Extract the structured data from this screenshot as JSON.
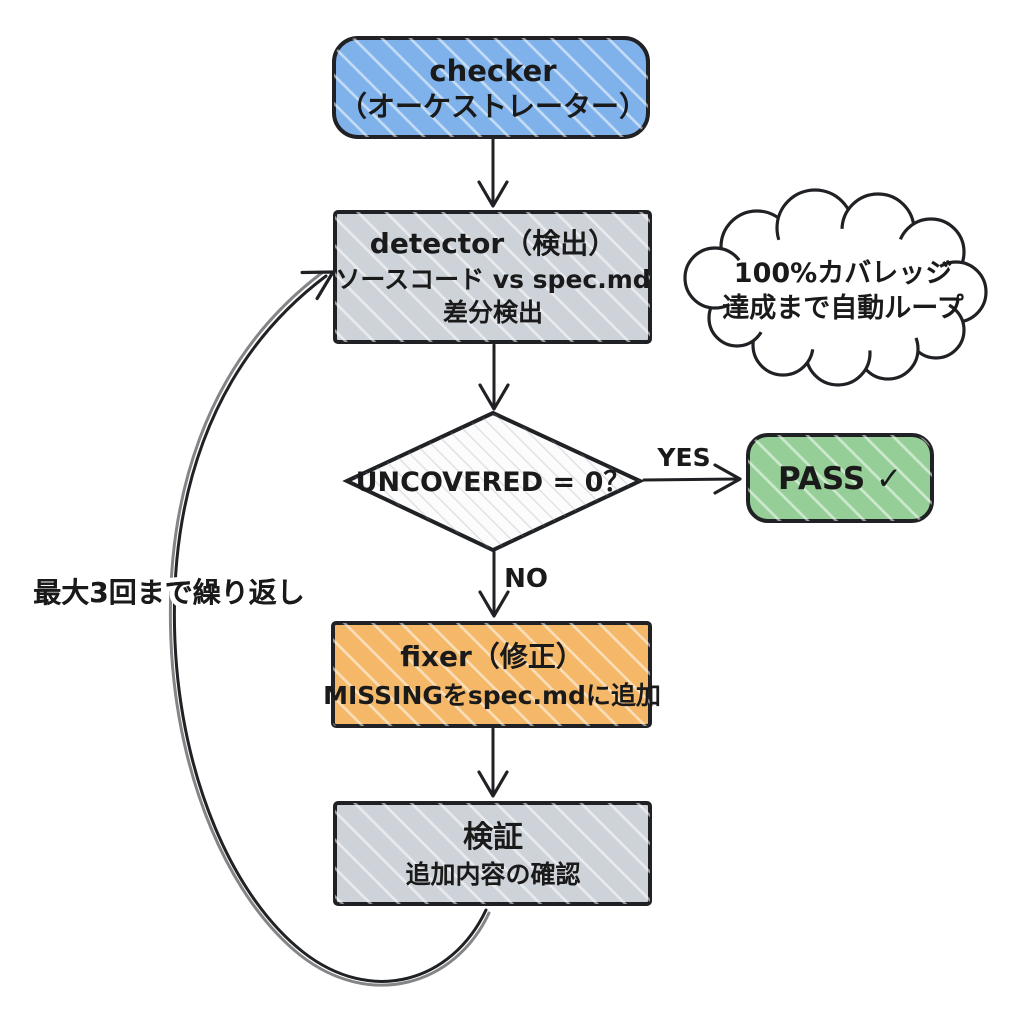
{
  "diagram": {
    "type": "flowchart",
    "style": "hand-drawn-sketch",
    "colors": {
      "checker_fill": "#7fb2ea",
      "detector_fill": "#ced3d9",
      "decision_fill": "#fcfcfc",
      "pass_fill": "#95cf97",
      "fixer_fill": "#f4b868",
      "verify_fill": "#ced3d9",
      "cloud_fill": "#ffffff",
      "stroke": "#1f2124"
    },
    "nodes": {
      "checker": {
        "line1": "checker",
        "line2": "（オーケストレーター）"
      },
      "detector": {
        "line1": "detector（検出）",
        "line2": "ソースコード vs spec.md",
        "line3": "差分検出"
      },
      "cloud": {
        "line1": "100%カバレッジ",
        "line2": "達成まで自動ループ"
      },
      "decision": {
        "label": "UNCOVERED = 0？"
      },
      "pass": {
        "label": "PASS ✓"
      },
      "fixer": {
        "line1": "fixer（修正）",
        "line2": "MISSINGをspec.mdに追加"
      },
      "verify": {
        "line1": "検証",
        "line2": "追加内容の確認"
      }
    },
    "edges": {
      "yes_label": "YES",
      "no_label": "NO",
      "loop_label": "最大3回まで繰り返し"
    }
  }
}
